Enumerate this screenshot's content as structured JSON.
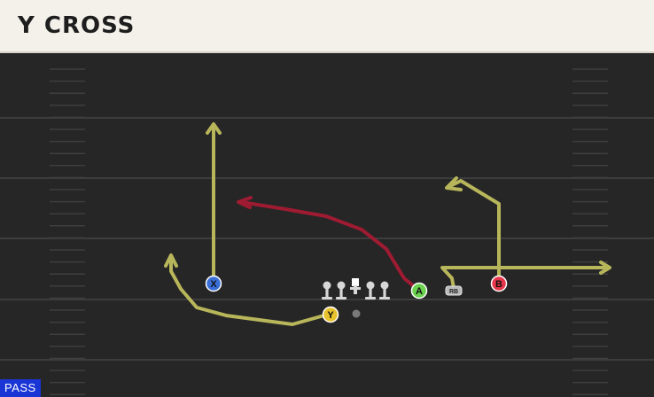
{
  "play": {
    "title": "Y CROSS",
    "type": "PASS",
    "type_color": "#1a35d6"
  },
  "colors": {
    "field": "#262626",
    "yard_line": "#3d3d3d",
    "hash": "#3e3e3e",
    "route_primary": "#b8b65a",
    "route_read": "#9e1b32",
    "lineman": "#d7d7d7"
  },
  "players": [
    {
      "id": "X",
      "label": "X",
      "color": "#3a6fd8",
      "text_color": "#111111",
      "icon": "circle-marker"
    },
    {
      "id": "Y",
      "label": "Y",
      "color": "#e8c22c",
      "text_color": "#111111",
      "icon": "circle-marker"
    },
    {
      "id": "A",
      "label": "A",
      "color": "#6ad24e",
      "text_color": "#111111",
      "icon": "circle-marker"
    },
    {
      "id": "B",
      "label": "B",
      "color": "#e8374a",
      "text_color": "#111111",
      "icon": "circle-marker"
    },
    {
      "id": "RB",
      "label": "RB",
      "color": "#b9b9b9",
      "text_color": "#222222",
      "icon": "rounded-marker"
    }
  ],
  "linemen": [
    {
      "id": "LT",
      "icon": "lineman-icon"
    },
    {
      "id": "LG",
      "icon": "lineman-icon"
    },
    {
      "id": "C",
      "icon": "center-icon"
    },
    {
      "id": "RG",
      "icon": "lineman-icon"
    },
    {
      "id": "RT",
      "icon": "lineman-icon"
    }
  ],
  "quarterback": {
    "icon": "qb-dot-icon",
    "color": "#7a7a7a"
  },
  "routes": [
    {
      "player": "X",
      "color_key": "route_primary"
    },
    {
      "player": "Y",
      "color_key": "route_primary"
    },
    {
      "player": "A",
      "color_key": "route_read"
    },
    {
      "player": "B",
      "color_key": "route_primary"
    },
    {
      "player": "RB",
      "color_key": "route_primary"
    }
  ]
}
